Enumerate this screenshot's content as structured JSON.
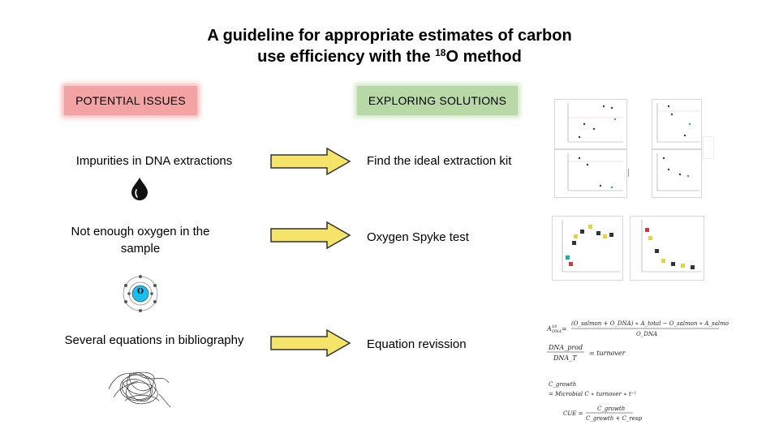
{
  "title": {
    "line1": "A guideline for appropriate estimates of carbon",
    "line2_prefix": "use efficiency with the ",
    "line2_sup": "18",
    "line2_suffix": "O method"
  },
  "headers": {
    "issues": "POTENTIAL ISSUES",
    "solutions": "EXPLORING SOLUTIONS"
  },
  "rows": [
    {
      "issue": "Impurities in DNA extractions",
      "solution": "Find the ideal extraction kit"
    },
    {
      "issue_line1": "Not enough oxygen in the",
      "issue_line2": "sample",
      "solution": "Oxygen Spyke test"
    },
    {
      "issue": "Several equations in bibliography",
      "solution": "Equation revission"
    }
  ],
  "icons": {
    "drop": "oil-drop-icon",
    "atom": "oxygen-atom-icon",
    "atom_label": "O",
    "tangle": "tangled-scribble-icon"
  },
  "colors": {
    "issues_box": "#f4a3a4",
    "solutions_box": "#b8d8a6",
    "arrow_fill": "#f5e36a",
    "arrow_stroke": "#333333",
    "atom_core": "#19c0ee"
  }
}
